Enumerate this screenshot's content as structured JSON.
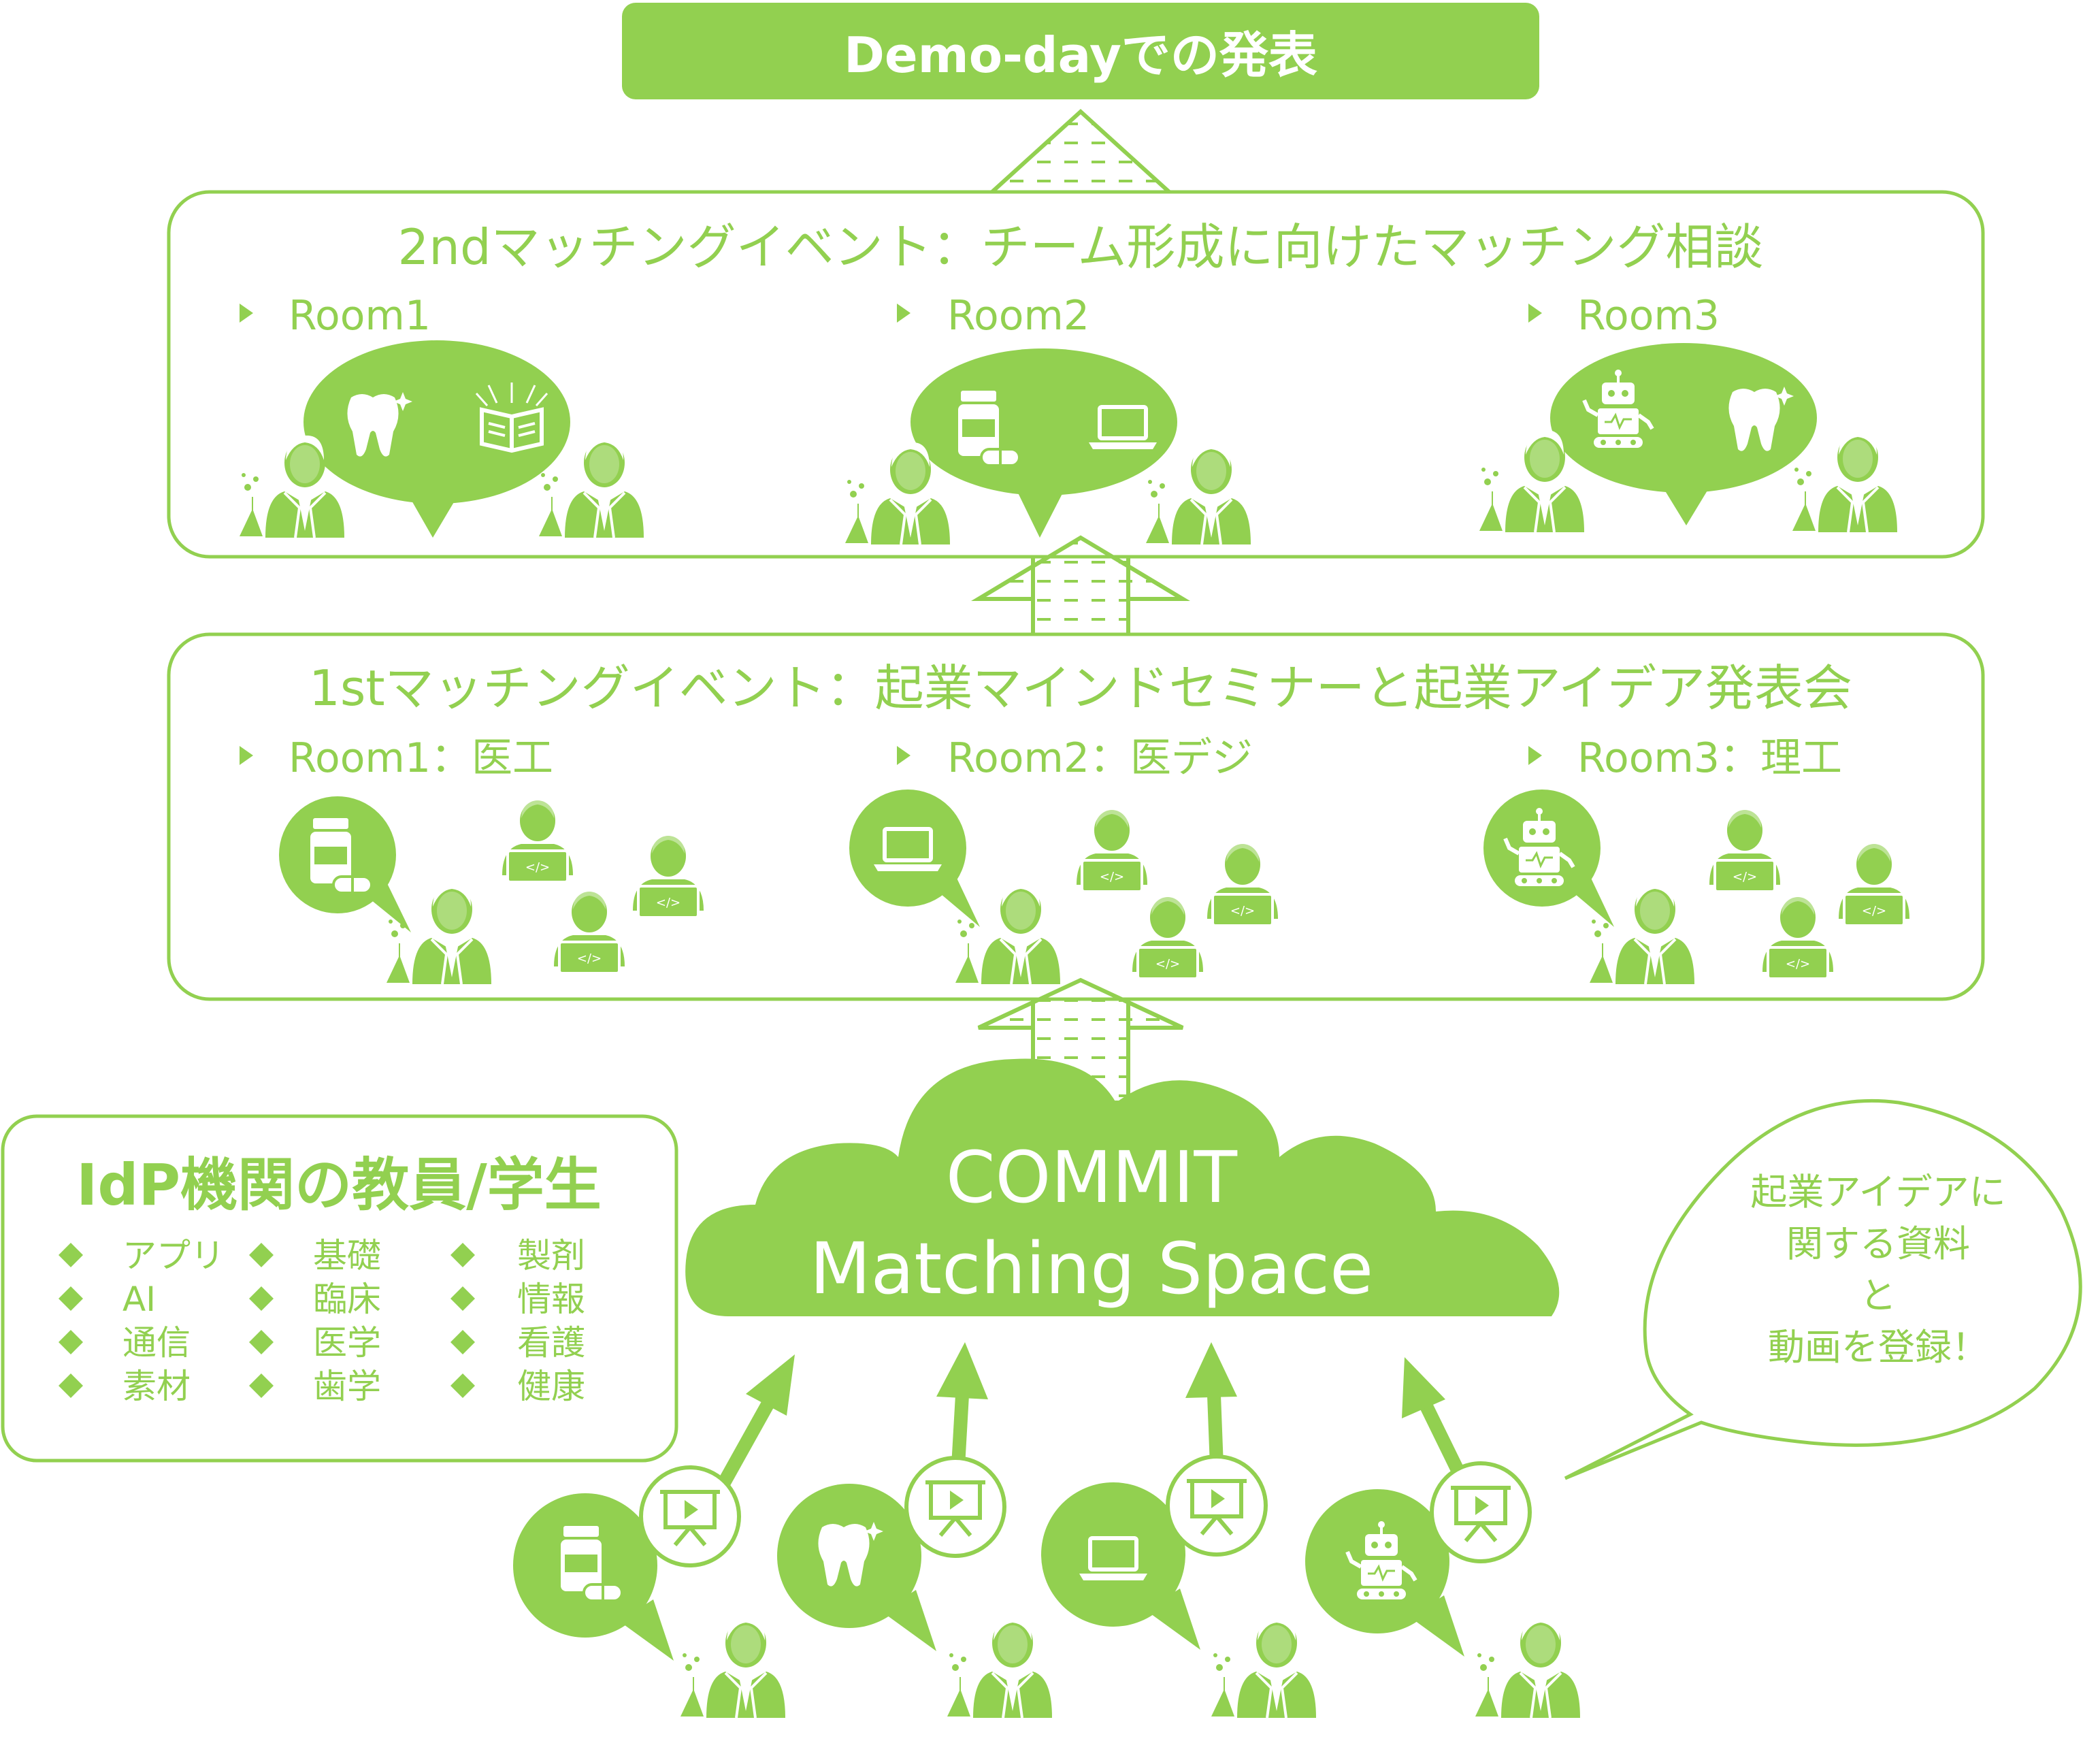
{
  "colors": {
    "accent": "#92d050",
    "white": "#ffffff"
  },
  "title": "Demo-dayでの発表",
  "event2": {
    "title": "2ndマッチングイベント：チーム形成に向けたマッチング相談",
    "rooms": [
      {
        "label": "Room1",
        "icons": [
          "tooth-icon",
          "book-icon"
        ]
      },
      {
        "label": "Room2",
        "icons": [
          "medicine-bottle-icon",
          "laptop-icon"
        ]
      },
      {
        "label": "Room3",
        "icons": [
          "robot-icon",
          "tooth-icon"
        ]
      }
    ]
  },
  "event1": {
    "title": "1stマッチングイベント：起業マインドセミナーと起業アイデア発表会",
    "rooms": [
      {
        "label": "Room1：医工",
        "icon": "medicine-bottle-icon"
      },
      {
        "label": "Room2：医デジ",
        "icon": "laptop-icon"
      },
      {
        "label": "Room3：理工",
        "icon": "robot-icon"
      }
    ]
  },
  "cloud": {
    "line1": "COMMIT",
    "line2": "Matching Space"
  },
  "idp": {
    "title": "IdP機関の教員/学生",
    "columns": [
      [
        "アプリ",
        "AI",
        "通信",
        "素材"
      ],
      [
        "基礎",
        "臨床",
        "医学",
        "歯学"
      ],
      [
        "製剤",
        "情報",
        "看護",
        "健康"
      ]
    ]
  },
  "speech": {
    "lines": [
      "起業アイデアに",
      "関する資料",
      "と",
      "動画を登録！"
    ]
  },
  "uploaders": [
    {
      "icon": "medicine-bottle-icon"
    },
    {
      "icon": "tooth-icon"
    },
    {
      "icon": "laptop-icon"
    },
    {
      "icon": "robot-icon"
    }
  ]
}
